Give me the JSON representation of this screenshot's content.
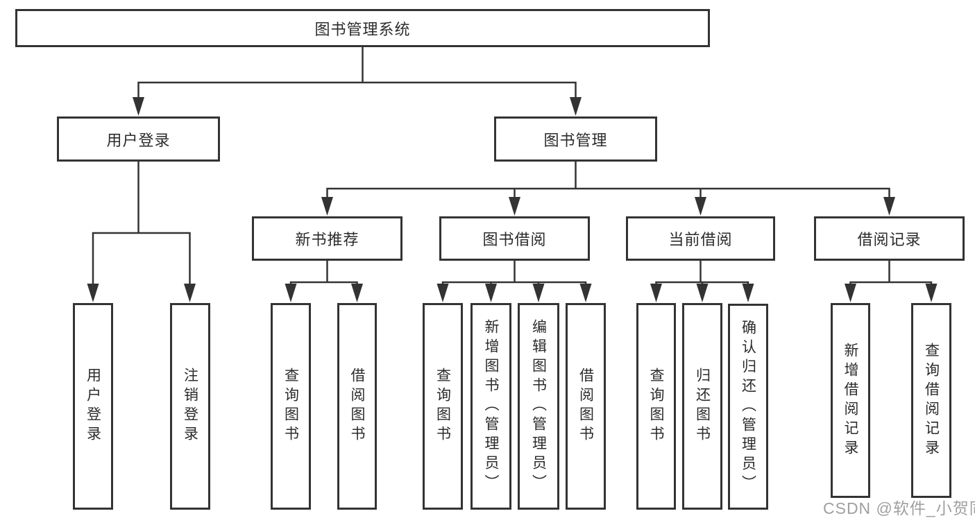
{
  "diagram_type": "hierarchy-tree",
  "colors": {
    "background": "#ffffff",
    "line": "#333333",
    "box_border": "#333333",
    "text": "#2b2b2b",
    "watermark": "#9f9f9f"
  },
  "tree": {
    "root": {
      "label": "图书管理系统",
      "children": [
        {
          "label": "用户登录",
          "children": [
            {
              "label": "用户登录"
            },
            {
              "label": "注销登录"
            }
          ]
        },
        {
          "label": "图书管理",
          "children": [
            {
              "label": "新书推荐",
              "children": [
                {
                  "label": "查询图书"
                },
                {
                  "label": "借阅图书"
                }
              ]
            },
            {
              "label": "图书借阅",
              "children": [
                {
                  "label": "查询图书"
                },
                {
                  "label": "新增图书（管理员）"
                },
                {
                  "label": "编辑图书（管理员）"
                },
                {
                  "label": "借阅图书"
                }
              ]
            },
            {
              "label": "当前借阅",
              "children": [
                {
                  "label": "查询图书"
                },
                {
                  "label": "归还图书"
                },
                {
                  "label": "确认归还（管理员）"
                }
              ]
            },
            {
              "label": "借阅记录",
              "children": [
                {
                  "label": "新增借阅记录"
                },
                {
                  "label": "查询借阅记录"
                }
              ]
            }
          ]
        }
      ]
    }
  },
  "watermark": "CSDN @软件_小贺同学"
}
